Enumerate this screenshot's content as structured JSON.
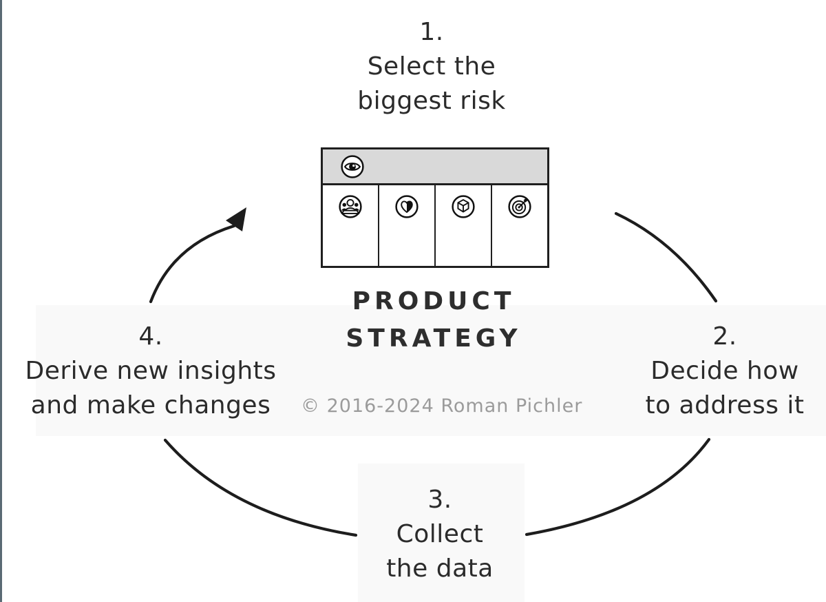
{
  "window": {
    "left_edge_color": "#5a6a74"
  },
  "cycle": {
    "arrow_color": "#1d1d1d",
    "steps": [
      {
        "number": "1.",
        "lines": [
          "Select the",
          "biggest risk"
        ]
      },
      {
        "number": "2.",
        "lines": [
          "Decide how",
          "to address it"
        ]
      },
      {
        "number": "3.",
        "lines": [
          "Collect",
          "the data"
        ]
      },
      {
        "number": "4.",
        "lines": [
          "Derive new insights",
          "and make changes"
        ]
      }
    ]
  },
  "board": {
    "label_lines": [
      "PRODUCT",
      "STRATEGY"
    ],
    "copyright": "© 2016-2024 Roman Pichler",
    "header_bg": "#d9d9d9",
    "icons": [
      "eye-vision-icon",
      "target-group-icon",
      "needs-heart-icon",
      "product-cube-icon",
      "business-goals-target-icon"
    ]
  },
  "colors": {
    "text": "#2b2b2b",
    "muted_text": "#9b9b9b",
    "band_bg": "#f9f9f9",
    "line": "#1d1d1d"
  }
}
